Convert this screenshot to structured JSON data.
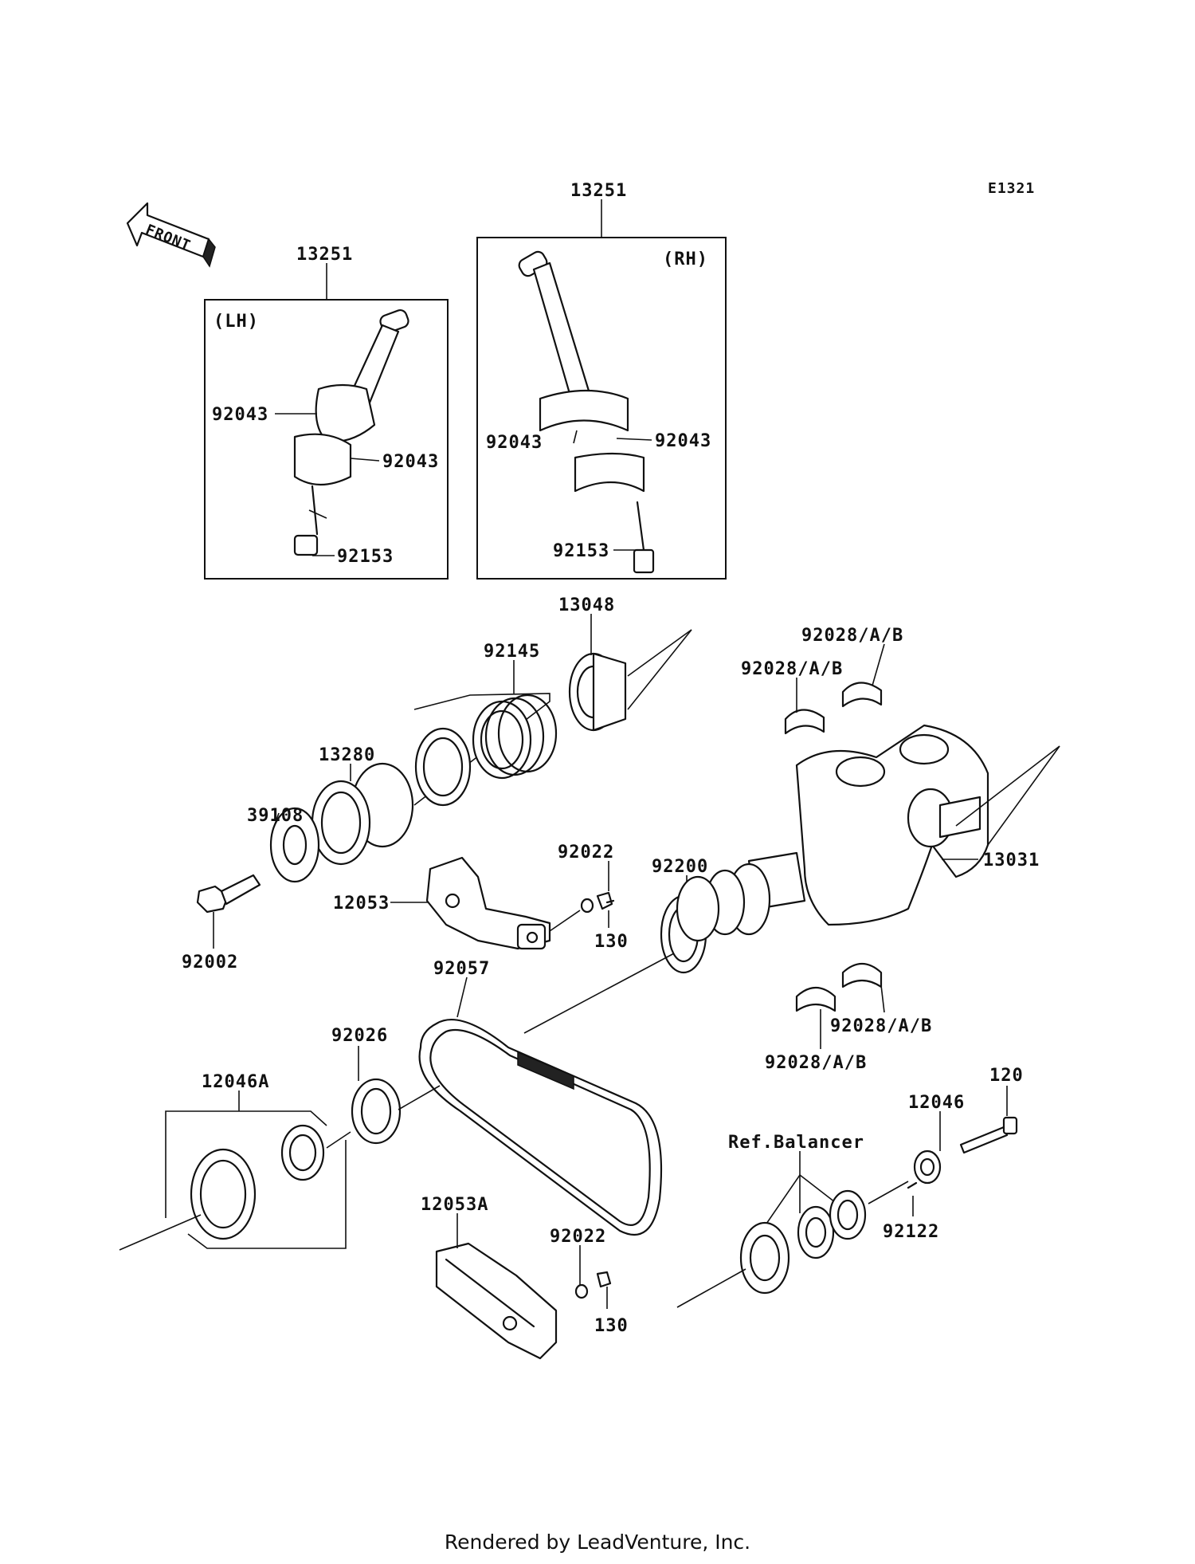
{
  "diagram_id": "E1321",
  "front_label": "FRONT",
  "labels": {
    "lh_group": "13251",
    "rh_group": "13251",
    "lh_tag": "(LH)",
    "rh_tag": "(RH)",
    "lh_pin_a": "92043",
    "lh_pin_b": "92043",
    "lh_bolt": "92153",
    "rh_pin_a": "92043",
    "rh_pin_b": "92043",
    "rh_bolt": "92153",
    "bearing_13048": "13048",
    "spring_92145": "92145",
    "collar_13280": "13280",
    "washer_39108": "39108",
    "bolt_92002": "92002",
    "bracket_12053": "12053",
    "washer_92022_a": "92022",
    "screw_130_a": "130",
    "washer_92200": "92200",
    "crankshaft_13031": "13031",
    "bearing_tl": "92028/A/B",
    "bearing_tr": "92028/A/B",
    "bearing_bl": "92028/A/B",
    "bearing_br": "92028/A/B",
    "chain_92057": "92057",
    "washer_92026": "92026",
    "sprocket_12046A": "12046A",
    "guide_12053A": "12053A",
    "washer_92022_b": "92022",
    "screw_130_b": "130",
    "ref_balancer": "Ref.Balancer",
    "gear_12046": "12046",
    "bolt_120": "120",
    "pin_92122": "92122"
  },
  "footer": "Rendered by LeadVenture, Inc."
}
